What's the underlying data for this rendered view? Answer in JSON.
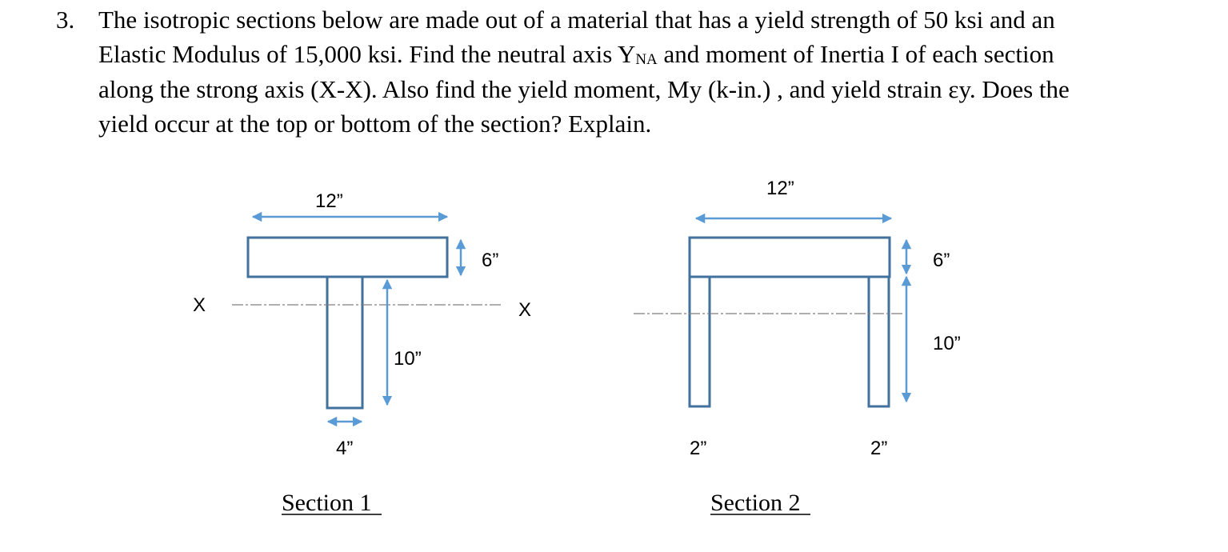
{
  "problem": {
    "number": "3.",
    "line1": "The isotropic sections below are made out of a material that has a yield strength of 50 ksi and an",
    "line2_a": "Elastic Modulus of 15,000 ksi.  Find the neutral axis Y",
    "line2_sub": "NA",
    "line2_b": " and moment of Inertia I of each section",
    "line3": "along the strong axis (X-X). Also find the yield moment, My (k-in.) , and yield strain εy. Does the",
    "line4": "yield occur at the top or bottom of the section? Explain."
  },
  "colors": {
    "outline": "#41719C",
    "arrow": "#5B9BD5",
    "axis": "#7F7F7F",
    "text": "#000000"
  },
  "section1": {
    "flange_width": "12”",
    "flange_depth": "6”",
    "web_depth": "10”",
    "web_width": "4”",
    "axis_left": "X",
    "axis_right": "X",
    "caption": "Section 1"
  },
  "section2": {
    "flange_width": "12”",
    "flange_depth": "6”",
    "leg_depth": "10”",
    "leg_left_width": "2”",
    "leg_right_width": "2”",
    "caption": "Section 2"
  }
}
